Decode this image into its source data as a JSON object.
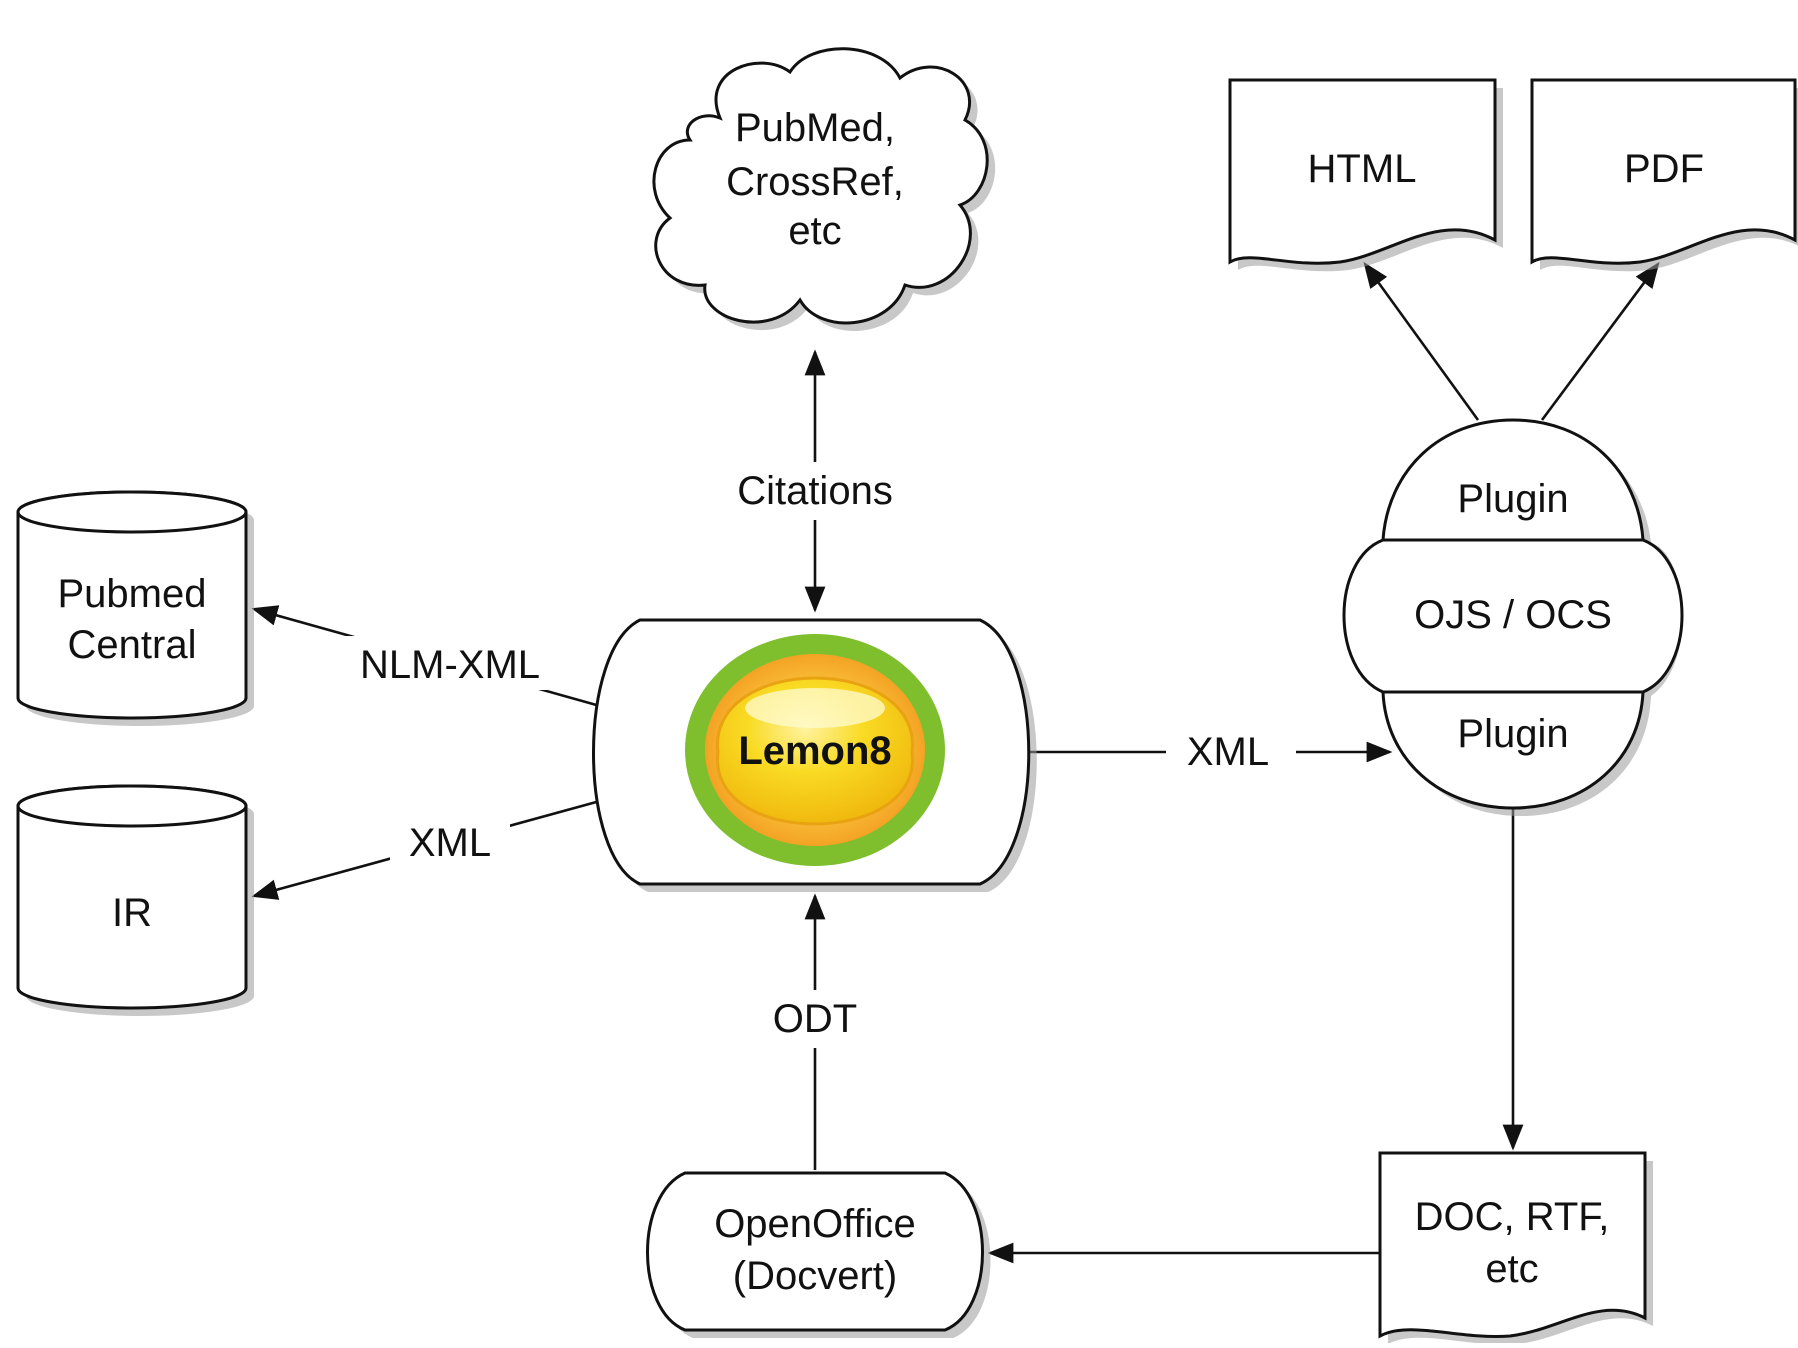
{
  "nodes": {
    "cloud": {
      "lines": [
        "PubMed,",
        "CrossRef,",
        "etc"
      ]
    },
    "html_doc": {
      "label": "HTML"
    },
    "pdf_doc": {
      "label": "PDF"
    },
    "pubmed_central": {
      "lines": [
        "Pubmed",
        "Central"
      ]
    },
    "ir": {
      "label": "IR"
    },
    "lemon8": {
      "label": "Lemon8"
    },
    "plugin_top": {
      "label": "Plugin"
    },
    "ojs_ocs": {
      "label": "OJS / OCS"
    },
    "plugin_bottom": {
      "label": "Plugin"
    },
    "openoffice": {
      "lines": [
        "OpenOffice",
        "(Docvert)"
      ]
    },
    "doc_rtf": {
      "lines": [
        "DOC, RTF,",
        "etc"
      ]
    }
  },
  "edges": {
    "citations": "Citations",
    "nlm_xml": "NLM-XML",
    "xml_ir": "XML",
    "xml_ojs": "XML",
    "odt": "ODT"
  },
  "colors": {
    "lemon_outer_ring": "#7fbf2e",
    "lemon_inner_ring": "#f5a623",
    "lemon_body": "#f7d51a",
    "stroke": "#111111"
  }
}
